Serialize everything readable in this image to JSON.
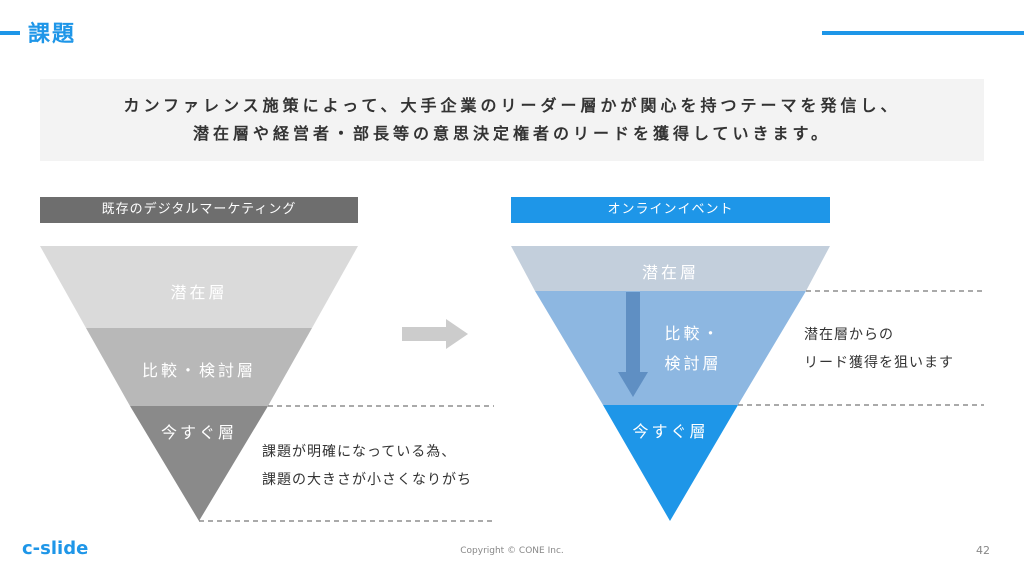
{
  "header": {
    "title": "課題"
  },
  "banner": {
    "line1": "カンファレンス施策によって、大手企業のリーダー層かが関心を持つテーマを発信し、",
    "line2": "潜在層や経営者・部長等の意思決定権者のリードを獲得していきます。"
  },
  "left": {
    "label": "既存のデジタルマーケティング",
    "tiers": [
      "潜在層",
      "比較・検討層",
      "今すぐ層"
    ],
    "note": [
      "課題が明確になっている為、",
      "課題の大きさが小さくなりがち"
    ]
  },
  "right": {
    "label": "オンラインイベント",
    "tiers": [
      "潜在層",
      "比較・",
      "検討層",
      "今すぐ層"
    ],
    "note": [
      "潜在層からの",
      "リード獲得を狙います"
    ]
  },
  "footer": {
    "logo": "c-slide",
    "copyright": "Copyright © CONE Inc.",
    "page": "42"
  },
  "colors": {
    "accent": "#1e96e8",
    "left_top": "#dadada",
    "left_mid": "#b8b8b8",
    "left_bottom": "#8a8a8a",
    "right_top": "#c3cfdc",
    "right_mid": "#8db7e1",
    "right_bottom": "#1e96e8"
  }
}
